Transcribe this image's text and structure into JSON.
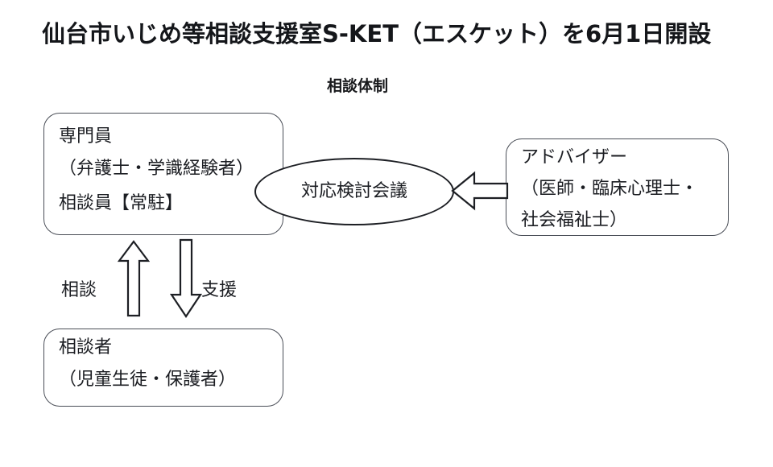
{
  "page": {
    "title": "仙台市いじめ等相談支援室S-KET（エスケット）を6月1日開設",
    "subtitle": "相談体制",
    "background_color": "#ffffff",
    "text_color": "#1b1d22",
    "line_color": "#4a4e57"
  },
  "diagram": {
    "type": "flow-diagram",
    "nodes": [
      {
        "id": "staff",
        "shape": "rounded-rect",
        "lines": [
          "専門員",
          "（弁護士・学識経験者）",
          "相談員【常駐】"
        ]
      },
      {
        "id": "meeting",
        "shape": "ellipse",
        "lines": [
          "対応検討会議"
        ]
      },
      {
        "id": "advisor",
        "shape": "rounded-rect",
        "lines": [
          "アドバイザー",
          "（医師・臨床心理士・",
          "社会福祉士）"
        ]
      },
      {
        "id": "client",
        "shape": "rounded-rect",
        "lines": [
          "相談者",
          "（児童生徒・保護者）"
        ]
      }
    ],
    "arrows": [
      {
        "id": "consult",
        "label": "相談",
        "direction": "up",
        "from": "client",
        "to": "staff"
      },
      {
        "id": "support",
        "label": "支援",
        "direction": "down",
        "from": "staff",
        "to": "client"
      },
      {
        "id": "advice",
        "label": "",
        "direction": "left",
        "from": "advisor",
        "to": "meeting"
      }
    ]
  }
}
